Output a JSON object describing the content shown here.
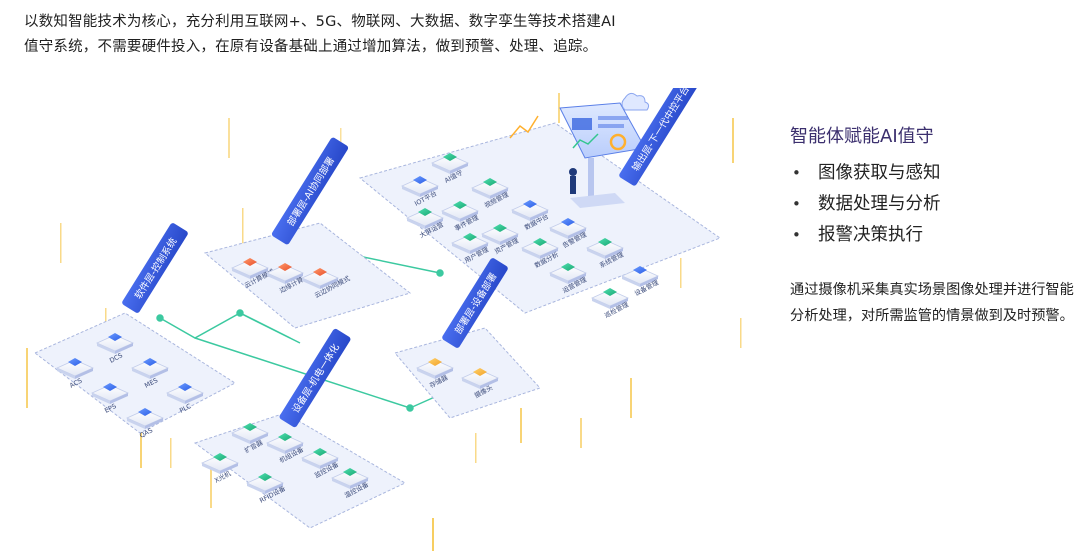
{
  "intro": {
    "line1": "以数知智能技术为核心，充分利用互联网+、5G、物联网、大数据、数字孪生等技术搭建AI",
    "line2": "值守系统，不需要硬件投入，在原有设备基础上通过增加算法，做到预警、处理、追踪。"
  },
  "panel": {
    "title": "智能体赋能AI值守",
    "items": [
      "图像获取与感知",
      "数据处理与分析",
      "报警决策执行"
    ],
    "description": "通过摄像机采集真实场景图像处理并进行智能分析处理，对所需监管的情景做到及时预警。"
  },
  "diagram": {
    "layers": [
      {
        "label": "输出层-下一代中控平台",
        "tiles": [
          "AI值守",
          "IOT平台",
          "视频管理",
          "事件管理",
          "数据中台",
          "大屏运营",
          "资产管理",
          "用户管理",
          "告警管理",
          "数据分析",
          "系统管理",
          "运营管理",
          "设备管理",
          "巡检管理"
        ]
      },
      {
        "label": "部署层-AI协同部署",
        "tiles": [
          "云计算模式",
          "边缘计算",
          "云边协同模式"
        ]
      },
      {
        "label": "部署层-设备部署",
        "tiles": [
          "存储器",
          "摄像头"
        ]
      },
      {
        "label": "软件层-控制系统",
        "tiles": [
          "DCS",
          "ACS",
          "MES",
          "EPS",
          "PLC",
          "QAS"
        ]
      },
      {
        "label": "设备层-机电一体化",
        "tiles": [
          "扩音器",
          "机组设备",
          "X光机",
          "监控设备",
          "RFID设备",
          "温控设备"
        ]
      }
    ]
  }
}
